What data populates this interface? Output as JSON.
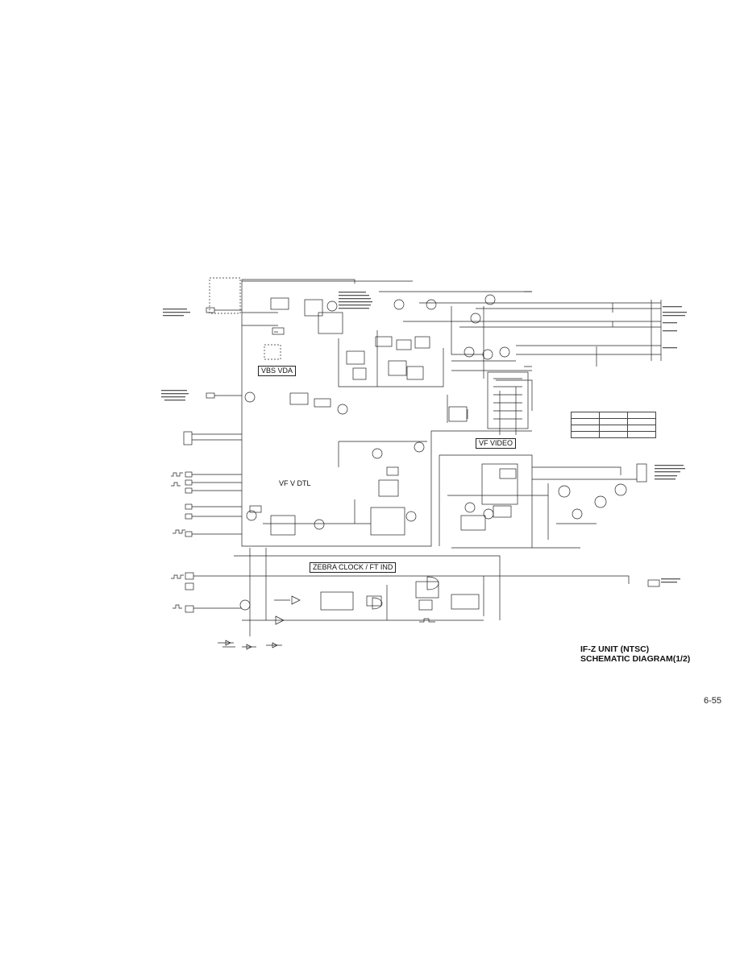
{
  "title": {
    "line1": "IF-Z  UNIT (NTSC)",
    "line2": "SCHEMATIC DIAGRAM(1/2)"
  },
  "page_number": "6-55",
  "blocks": {
    "vbs_vda": "VBS VDA",
    "vf_video": "VF VIDEO",
    "vf_v_dtl": "VF V DTL",
    "zebra": "ZEBRA CLOCK / FT IND"
  },
  "colors": {
    "line": "#222222",
    "background": "#ffffff"
  }
}
